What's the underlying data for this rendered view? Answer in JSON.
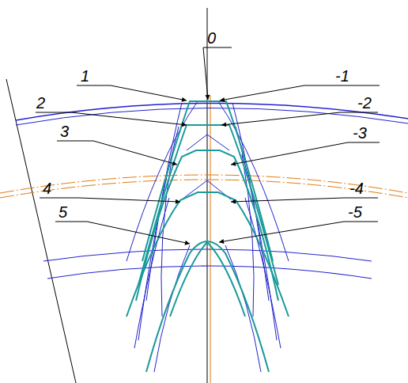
{
  "diagram": {
    "labels": [
      "0",
      "1",
      "-1",
      "2",
      "-2",
      "3",
      "-3",
      "4",
      "-4",
      "5",
      "-5"
    ]
  }
}
